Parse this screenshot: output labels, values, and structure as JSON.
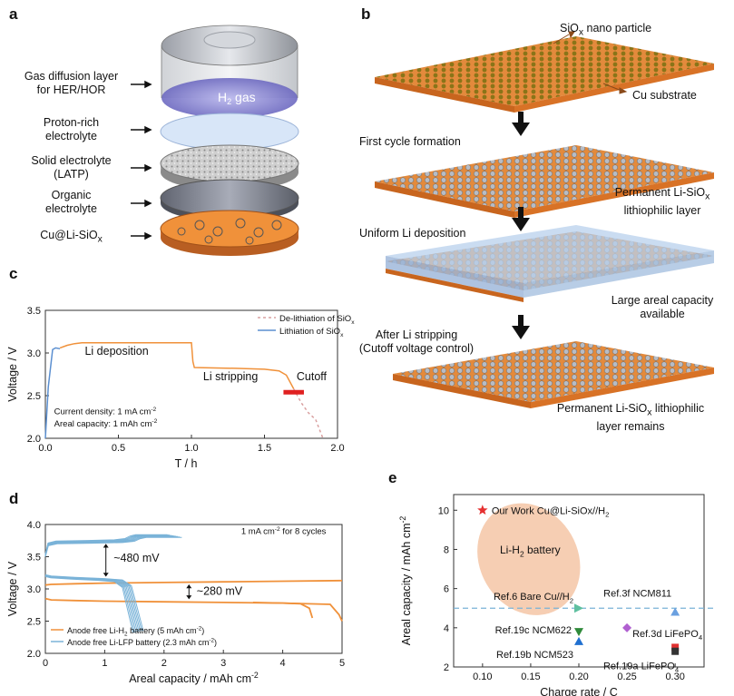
{
  "panels": {
    "a": "a",
    "b": "b",
    "c": "c",
    "d": "d",
    "e": "e"
  },
  "panel_a": {
    "layers": [
      {
        "line1": "Gas diffusion layer",
        "line2": "for HER/HOR"
      },
      {
        "line1": "Proton-rich",
        "line2": "electrolyte"
      },
      {
        "line1": "Solid electrolyte",
        "line2": "(LATP)"
      },
      {
        "line1": "Organic",
        "line2": "electrolyte"
      },
      {
        "line1": "Cu@Li-SiO",
        "sub": "x"
      }
    ],
    "gas_label": "H",
    "gas_sub": "2",
    "gas_tail": " gas"
  },
  "panel_b": {
    "sio_label": "SiO",
    "sio_sub": "x",
    "sio_tail": " nano particle",
    "cu_label": "Cu substrate",
    "first_cycle": "First cycle formation",
    "permanent1_line1": "Permanent Li-SiO",
    "permanent1_sub": "x",
    "permanent1_line2": "lithiophilic layer",
    "uniform": "Uniform Li deposition",
    "large_line1": "Large areal capacity",
    "large_line2": "available",
    "after_line1": "After Li stripping",
    "after_line2": "(Cutoff voltage control)",
    "remains_line1": "Permanent Li-SiO",
    "remains_sub": "x",
    "remains_tail": " lithiophilic",
    "remains_line2": "layer remains"
  },
  "chart_data": [
    {
      "type": "line",
      "panel": "c",
      "xlabel": "T / h",
      "ylabel": "Voltage / V",
      "xlim": [
        0,
        2.0
      ],
      "ylim": [
        2.0,
        3.5
      ],
      "xticks": [
        "0.0",
        "0.5",
        "1.0",
        "1.5",
        "2.0"
      ],
      "yticks": [
        "2.0",
        "2.5",
        "3.0",
        "3.5"
      ],
      "legend": {
        "placement": "top-right",
        "entries": [
          {
            "label": "De-lithiation of SiO",
            "sub": "x",
            "color": "#d9a0a0",
            "dash": true
          },
          {
            "label": "Lithiation of SiO",
            "sub": "x",
            "color": "#5b8fd0",
            "dash": false
          }
        ]
      },
      "annotations": {
        "deposition": "Li deposition",
        "stripping": "Li stripping",
        "cutoff": "Cutoff",
        "density_label": "Current density: 1 mA cm",
        "density_sup": "-2",
        "areal_label": "Areal capacity:  1 mAh cm",
        "areal_sup": "-2"
      },
      "series": [
        {
          "color": "#5b8fd0",
          "x": [
            0.0,
            0.02,
            0.05,
            0.07,
            0.1
          ],
          "y": [
            2.0,
            2.6,
            3.04,
            3.06,
            3.05
          ]
        },
        {
          "color": "#f0913a",
          "x": [
            0.1,
            0.15,
            0.2,
            0.25,
            0.5,
            0.8,
            1.0,
            1.01,
            1.02,
            1.3,
            1.5,
            1.6,
            1.65,
            1.7
          ],
          "y": [
            3.06,
            3.09,
            3.11,
            3.12,
            3.12,
            3.12,
            3.12,
            2.9,
            2.83,
            2.82,
            2.81,
            2.79,
            2.74,
            2.58
          ]
        },
        {
          "color": "#d9a0a0",
          "dash": true,
          "x": [
            1.7,
            1.75,
            1.8,
            1.85,
            1.9
          ],
          "y": [
            2.58,
            2.42,
            2.3,
            2.22,
            2.0
          ]
        }
      ],
      "cutoff_bar": {
        "x": [
          1.63,
          1.77
        ],
        "y": 2.54
      }
    },
    {
      "type": "line",
      "panel": "d",
      "xlabel": "Areal capacity / mAh cm",
      "xlabel_sup": "-2",
      "ylabel": "Voltage / V",
      "xlim": [
        0,
        5
      ],
      "ylim": [
        2.0,
        4.0
      ],
      "xticks": [
        "0",
        "1",
        "2",
        "3",
        "4",
        "5"
      ],
      "yticks": [
        "2.0",
        "2.5",
        "3.0",
        "3.5",
        "4.0"
      ],
      "annotations": {
        "cycles_pre": "1 mA cm",
        "cycles_sup": "-2",
        "cycles_post": " for 8 cycles",
        "mv480": "~480 mV",
        "mv280": "~280 mV"
      },
      "legend": {
        "placement": "bottom-left",
        "entries": [
          {
            "label": "Anode free Li-H",
            "sub": "2",
            "tail": " battery (5 mAh cm",
            "sup": "-2",
            "end": ")",
            "color": "#f0913a"
          },
          {
            "label": "Anode free Li-LFP battery (2.3 mAh cm",
            "sup": "-2",
            "end": ")",
            "color": "#7ab3d8"
          }
        ]
      },
      "series": [
        {
          "name_ref": "Li-H2 charge",
          "color": "#f0913a",
          "x": [
            0,
            0.1,
            0.5,
            1,
            2,
            3,
            4,
            5
          ],
          "y": [
            3.06,
            3.07,
            3.08,
            3.09,
            3.1,
            3.11,
            3.12,
            3.13
          ]
        },
        {
          "name_ref": "Li-H2 discharge",
          "color": "#f0913a",
          "x": [
            0,
            0.1,
            0.5,
            1,
            2,
            3,
            4,
            4.8,
            4.95,
            5.0
          ],
          "y": [
            2.85,
            2.83,
            2.82,
            2.81,
            2.8,
            2.79,
            2.78,
            2.76,
            2.6,
            2.5
          ]
        },
        {
          "name_ref": "Li-H2 discharge b",
          "color": "#f0913a",
          "x": [
            3.5,
            4.0,
            4.3,
            4.45,
            4.5
          ],
          "y": [
            2.79,
            2.78,
            2.77,
            2.7,
            2.55
          ]
        },
        {
          "name_ref": "LFP charge",
          "color": "#7ab3d8",
          "x": [
            0,
            0.05,
            0.2,
            0.8,
            1.3,
            1.5,
            1.6,
            1.7,
            2.3
          ],
          "y": [
            3.5,
            3.67,
            3.7,
            3.71,
            3.72,
            3.74,
            3.78,
            3.8,
            3.8
          ]
        },
        {
          "name_ref": "LFP discharge",
          "color": "#7ab3d8",
          "x": [
            0,
            0.1,
            0.5,
            1,
            1.3,
            1.45,
            1.55,
            1.65
          ],
          "y": [
            3.22,
            3.2,
            3.18,
            3.16,
            3.14,
            3.05,
            2.7,
            2.35
          ]
        }
      ]
    },
    {
      "type": "scatter",
      "panel": "e",
      "xlabel": "Charge rate / C",
      "ylabel": "Areal capacity / mAh cm",
      "ylabel_sup": "-2",
      "xlim": [
        0.07,
        0.33
      ],
      "ylim": [
        2,
        10.8
      ],
      "xticks": [
        "0.10",
        "0.15",
        "0.20",
        "0.25",
        "0.30"
      ],
      "xtick_values": [
        0.1,
        0.15,
        0.2,
        0.25,
        0.3
      ],
      "yticks": [
        "2",
        "4",
        "6",
        "8",
        "10"
      ],
      "ytick_values": [
        2,
        4,
        6,
        8,
        10
      ],
      "ellipse_label_pre": "Li-H",
      "ellipse_label_sub": "2",
      "ellipse_label_post": " battery",
      "dashed_y": 5,
      "points": [
        {
          "x": 0.1,
          "y": 10,
          "label": "Our Work Cu@Li-SiOx//H",
          "sub": "2",
          "color": "#e53030",
          "shape": "star"
        },
        {
          "x": 0.2,
          "y": 5,
          "label": "Ref.6 Bare Cu//H",
          "sub": "2",
          "color": "#5fc0a0",
          "shape": "tri-right"
        },
        {
          "x": 0.3,
          "y": 4.8,
          "label": "Ref.3f NCM811",
          "color": "#6aa0e0",
          "shape": "tri-up"
        },
        {
          "x": 0.25,
          "y": 4,
          "label": "Ref.3d LiFePO",
          "sub": "4",
          "color": "#b060d0",
          "shape": "diamond"
        },
        {
          "x": 0.2,
          "y": 3.8,
          "label": "Ref.19c NCM622",
          "color": "#2f8a3a",
          "shape": "tri-down"
        },
        {
          "x": 0.2,
          "y": 3.3,
          "label": "Ref.19b NCM523",
          "color": "#2070d0",
          "shape": "tri-up"
        },
        {
          "x": 0.3,
          "y": 3.0,
          "label": "Ref.19a LiFePO",
          "sub": "4",
          "color": "#e03030",
          "shape": "square"
        },
        {
          "x": 0.3,
          "y": 2.8,
          "label": "",
          "color": "#333333",
          "shape": "square"
        }
      ]
    }
  ]
}
